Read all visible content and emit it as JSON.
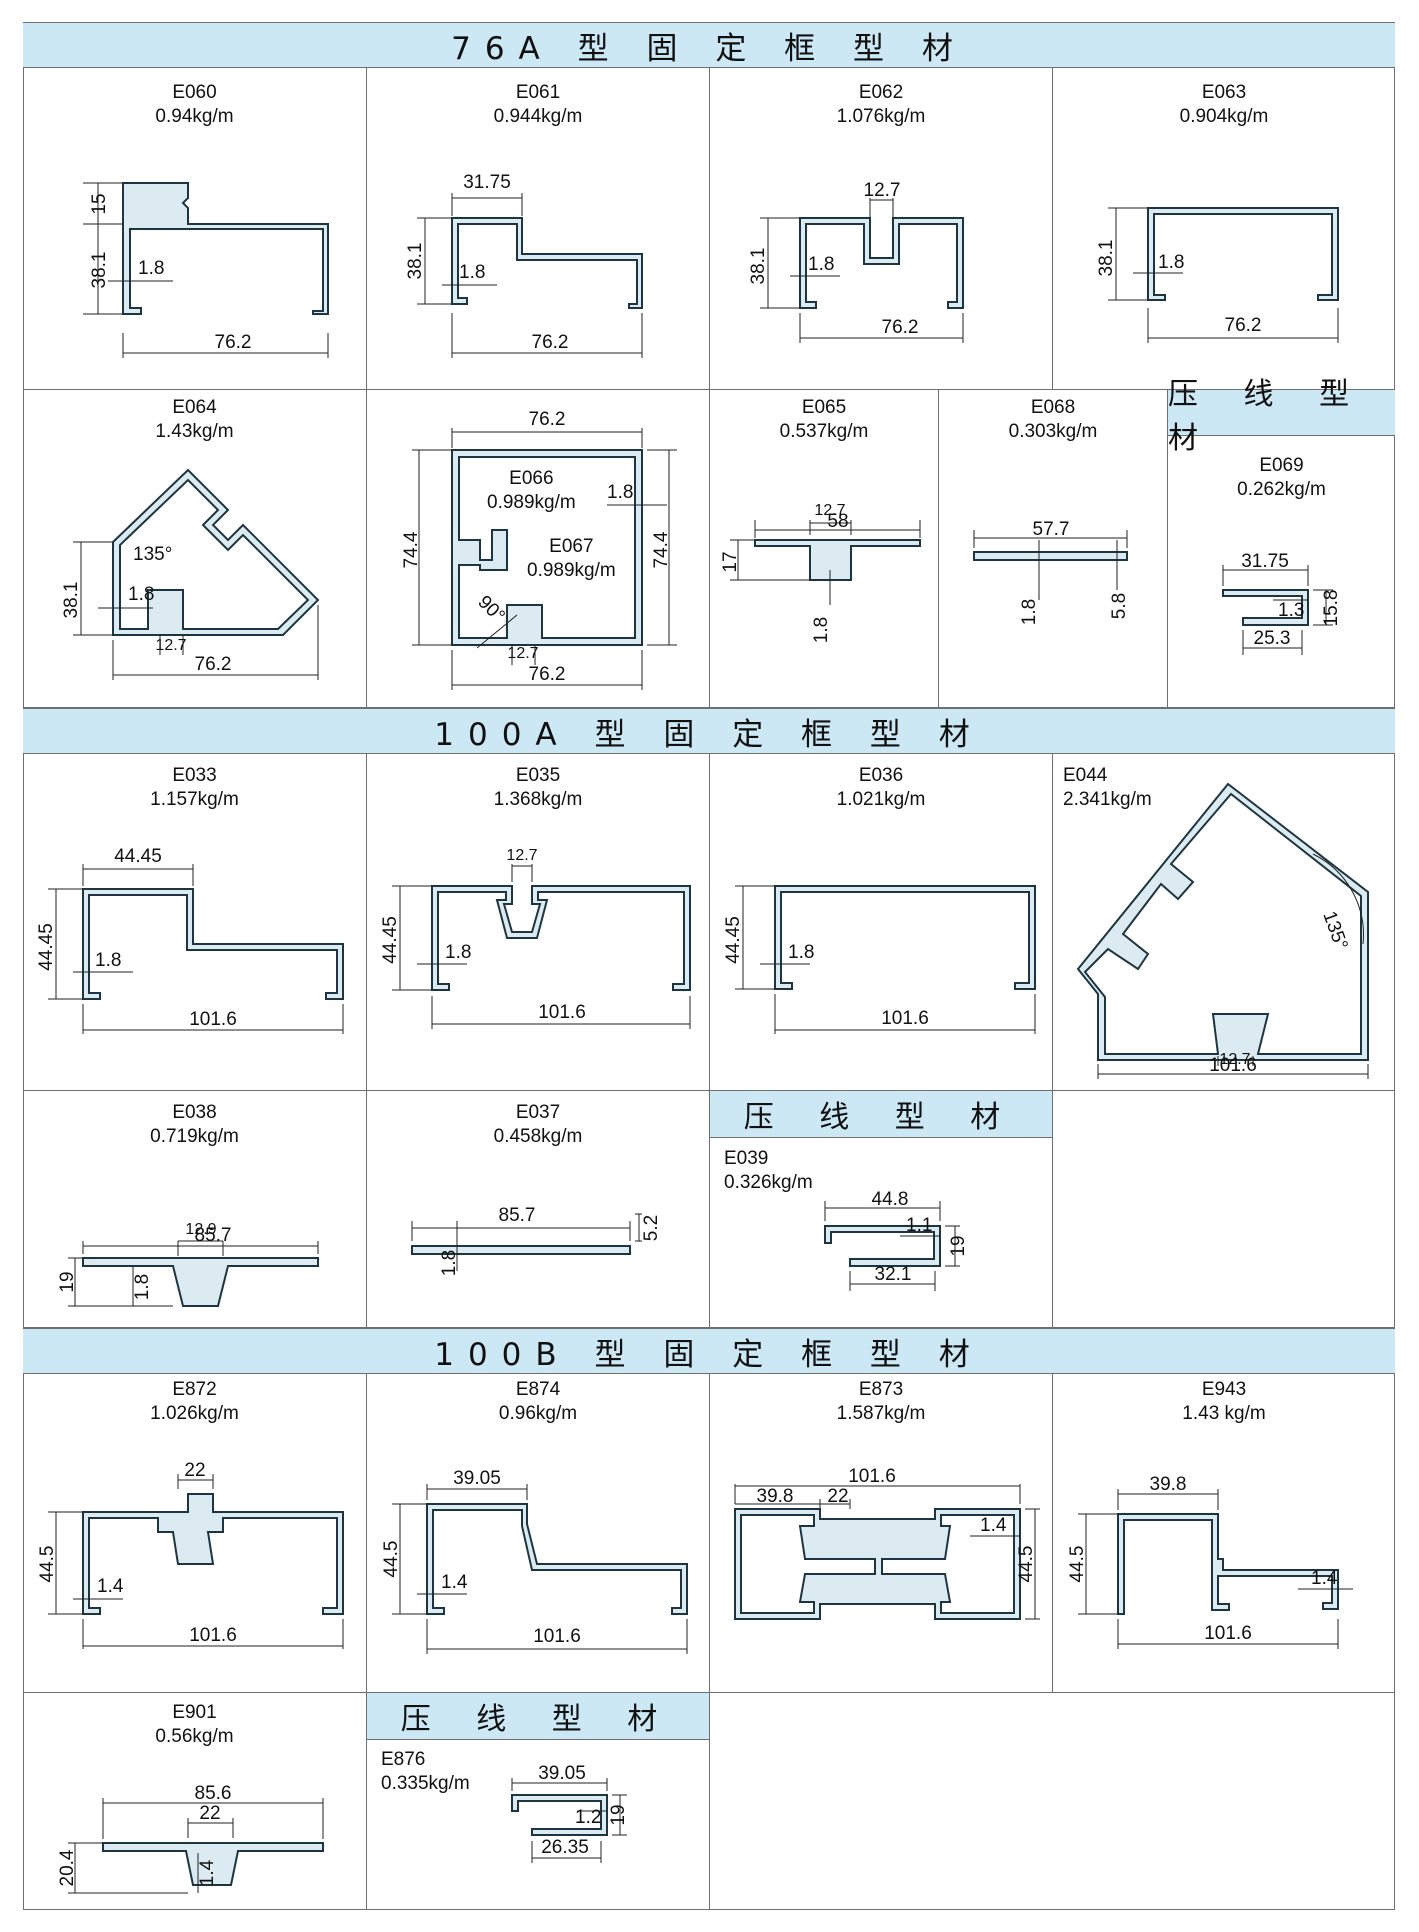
{
  "sections": [
    {
      "title": "76A 型 固 定 框 型 材"
    },
    {
      "title": "100A 型 固 定 框 型 材"
    },
    {
      "title": "100B 型 固 定 框 型 材"
    }
  ],
  "subheaders": {
    "s76": "压 线 型 材",
    "s100a": "压 线 型 材",
    "s100b": "压 线 型 材"
  },
  "profiles": {
    "E060": {
      "code": "E060",
      "weight": "0.94kg/m",
      "dims": [
        "15",
        "38.1",
        "1.8",
        "76.2"
      ]
    },
    "E061": {
      "code": "E061",
      "weight": "0.944kg/m",
      "dims": [
        "31.75",
        "38.1",
        "1.8",
        "76.2"
      ]
    },
    "E062": {
      "code": "E062",
      "weight": "1.076kg/m",
      "dims": [
        "12.7",
        "38.1",
        "1.8",
        "76.2"
      ]
    },
    "E063": {
      "code": "E063",
      "weight": "0.904kg/m",
      "dims": [
        "38.1",
        "1.8",
        "76.2"
      ]
    },
    "E064": {
      "code": "E064",
      "weight": "1.43kg/m",
      "dims": [
        "135°",
        "38.1",
        "1.8",
        "12.7",
        "76.2"
      ]
    },
    "E066": {
      "code": "E066",
      "weight": "0.989kg/m",
      "dims": [
        "76.2",
        "1.8",
        "74.4",
        "74.4",
        "90°",
        "12.7",
        "76.2"
      ]
    },
    "E067": {
      "code": "E067",
      "weight": "0.989kg/m"
    },
    "E065": {
      "code": "E065",
      "weight": "0.537kg/m",
      "dims": [
        "58",
        "12.7",
        "17",
        "1.8"
      ]
    },
    "E068": {
      "code": "E068",
      "weight": "0.303kg/m",
      "dims": [
        "57.7",
        "1.8",
        "5.8"
      ]
    },
    "E069": {
      "code": "E069",
      "weight": "0.262kg/m",
      "dims": [
        "31.75",
        "1.3",
        "15.8",
        "25.3"
      ]
    },
    "E033": {
      "code": "E033",
      "weight": "1.157kg/m",
      "dims": [
        "44.45",
        "44.45",
        "1.8",
        "101.6"
      ]
    },
    "E035": {
      "code": "E035",
      "weight": "1.368kg/m",
      "dims": [
        "12.7",
        "44.45",
        "1.8",
        "101.6"
      ]
    },
    "E036": {
      "code": "E036",
      "weight": "1.021kg/m",
      "dims": [
        "44.45",
        "1.8",
        "101.6"
      ]
    },
    "E044": {
      "code": "E044",
      "weight": "2.341kg/m",
      "dims": [
        "135°",
        "12.7",
        "101.6"
      ]
    },
    "E038": {
      "code": "E038",
      "weight": "0.719kg/m",
      "dims": [
        "85.7",
        "12.9",
        "19",
        "1.8"
      ]
    },
    "E037": {
      "code": "E037",
      "weight": "0.458kg/m",
      "dims": [
        "85.7",
        "5.2",
        "1.8"
      ]
    },
    "E039": {
      "code": "E039",
      "weight": "0.326kg/m",
      "dims": [
        "44.8",
        "1.1",
        "19",
        "32.1"
      ]
    },
    "E872": {
      "code": "E872",
      "weight": "1.026kg/m",
      "dims": [
        "22",
        "44.5",
        "1.4",
        "101.6"
      ]
    },
    "E874": {
      "code": "E874",
      "weight": "0.96kg/m",
      "dims": [
        "39.05",
        "44.5",
        "1.4",
        "101.6"
      ]
    },
    "E873": {
      "code": "E873",
      "weight": "1.587kg/m",
      "dims": [
        "101.6",
        "39.8",
        "22",
        "1.4",
        "44.5"
      ]
    },
    "E943": {
      "code": "E943",
      "weight": "1.43 kg/m",
      "dims": [
        "39.8",
        "44.5",
        "1.4",
        "101.6"
      ]
    },
    "E901": {
      "code": "E901",
      "weight": "0.56kg/m",
      "dims": [
        "85.6",
        "22",
        "20.4",
        "1.4"
      ]
    },
    "E876": {
      "code": "E876",
      "weight": "0.335kg/m",
      "dims": [
        "39.05",
        "1.2",
        "19",
        "26.35"
      ]
    }
  }
}
